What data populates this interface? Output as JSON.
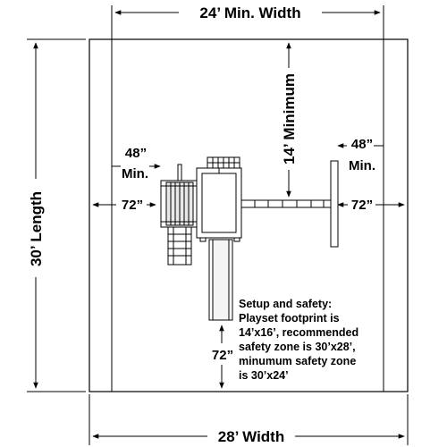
{
  "dimensions": {
    "min_width_label": "24’ Min. Width",
    "width_label": "28’ Width",
    "length_label": "30’ Length",
    "clearance_top_label": "14’ Minimum",
    "left_clearance_label": "72”",
    "right_clearance_label": "72”",
    "bottom_clearance_label": "72”",
    "left_min_value": "48”",
    "left_min_text": "Min.",
    "right_min_value": "48”",
    "right_min_text": "Min."
  },
  "note": {
    "lines": [
      "Setup and safety:",
      "Playset footprint is",
      "14’x16’, recommended",
      "safety zone is 30’x28’,",
      "minumum safety zone",
      "is 30’x24’"
    ]
  },
  "colors": {
    "line": "#000000",
    "zone_fill": "#ffffff"
  }
}
